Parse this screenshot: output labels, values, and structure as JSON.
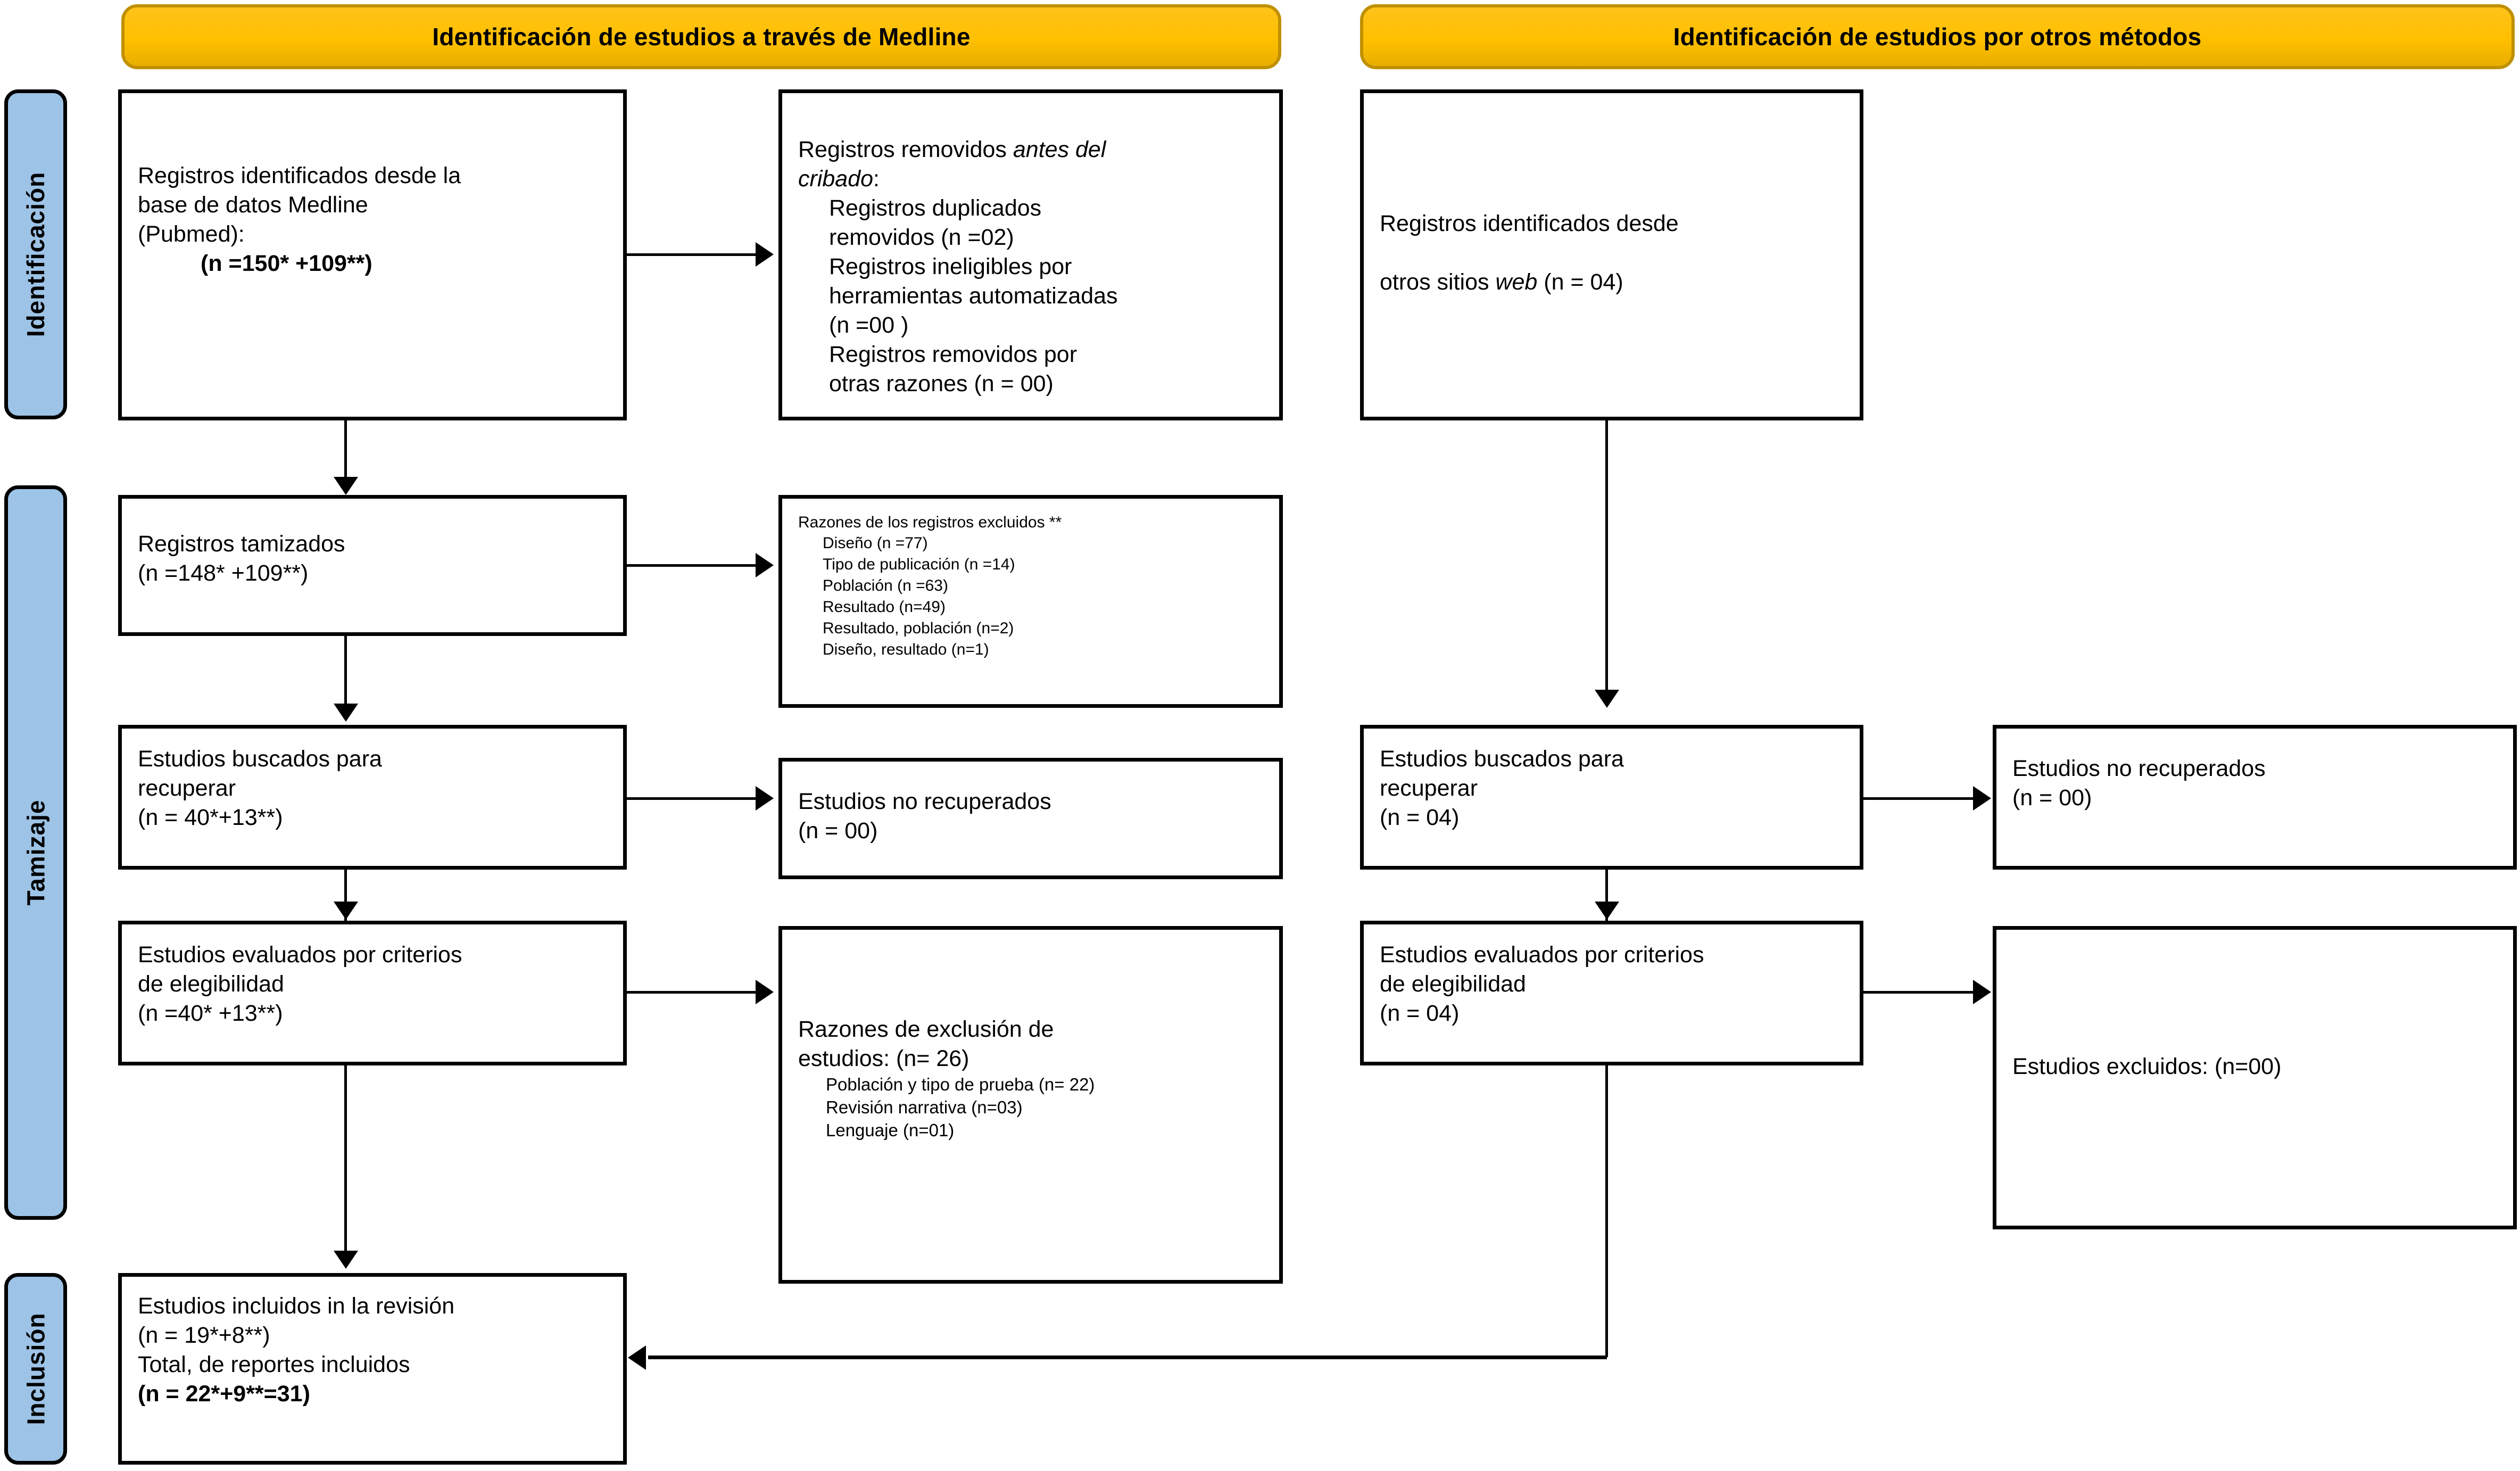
{
  "banners": {
    "left": "Identificación de estudios a través de Medline",
    "right": "Identificación de estudios por otros métodos"
  },
  "stage_tags": {
    "identification": "Identificación",
    "screening": "Tamizaje",
    "inclusion": "Inclusión"
  },
  "left_column": {
    "records_identified": {
      "line1": "Registros identificados desde la",
      "line2": "base de datos Medline",
      "line3": "(Pubmed):",
      "count": "(n =150* +109**)"
    },
    "records_removed": {
      "title_a": "Registros removidos ",
      "title_italic": "antes del",
      "title_b": "cribado",
      "title_c": ":",
      "items": "Registros duplicados\nremovidos (n =02)\nRegistros ineligibles por\nherramientas automatizadas\n(n =00 )\nRegistros removidos por\notras razones (n = 00)"
    },
    "records_screened": {
      "label": "Registros tamizados",
      "count": "(n =148* +109**)"
    },
    "excluded_reasons": {
      "title": "Razones de los registros excluidos **",
      "items": "Diseño (n =77)\nTipo de publicación (n =14)\nPoblación (n =63)\nResultado (n=49)\nResultado, población (n=2)\nDiseño, resultado (n=1)"
    },
    "studies_sought": {
      "line1": "Estudios buscados para",
      "line2": "recuperar",
      "count": "(n = 40*+13**)"
    },
    "not_retrieved": {
      "label": "Estudios no recuperados",
      "count": "(n = 00)"
    },
    "studies_assessed": {
      "line1": "Estudios evaluados por criterios",
      "line2": "de elegibilidad",
      "count": "(n =40* +13**)"
    },
    "exclusion_reasons": {
      "line1": "Razones de exclusión de",
      "line2": "estudios: (n= 26)",
      "items": "Población y tipo de prueba (n= 22)\nRevisión narrativa (n=03)\nLenguaje (n=01)"
    },
    "included": {
      "line1": "Estudios incluidos in la revisión",
      "line2": "(n = 19*+8**)",
      "line3": "Total, de reportes incluidos",
      "line4": "(n = 22*+9**=31)"
    }
  },
  "right_column": {
    "records_identified": {
      "line1": "Registros identificados desde",
      "line2a": "otros sitios ",
      "line2_italic": "web",
      "line2b": " (n = 04)"
    },
    "studies_sought": {
      "line1": "Estudios buscados para",
      "line2": "recuperar",
      "count": "(n = 04)"
    },
    "not_retrieved": {
      "label": "Estudios no recuperados",
      "count": "(n = 00)"
    },
    "studies_assessed": {
      "line1": "Estudios evaluados por criterios",
      "line2": "de elegibilidad",
      "count": "(n = 04)"
    },
    "excluded": {
      "label": "Estudios excluidos: (n=00)"
    }
  },
  "colors": {
    "banner_fill": "#FFC000",
    "banner_border": "#BF9000",
    "stage_tag_fill": "#9DC3E6",
    "box_border": "#000000",
    "background": "#FFFFFF"
  }
}
